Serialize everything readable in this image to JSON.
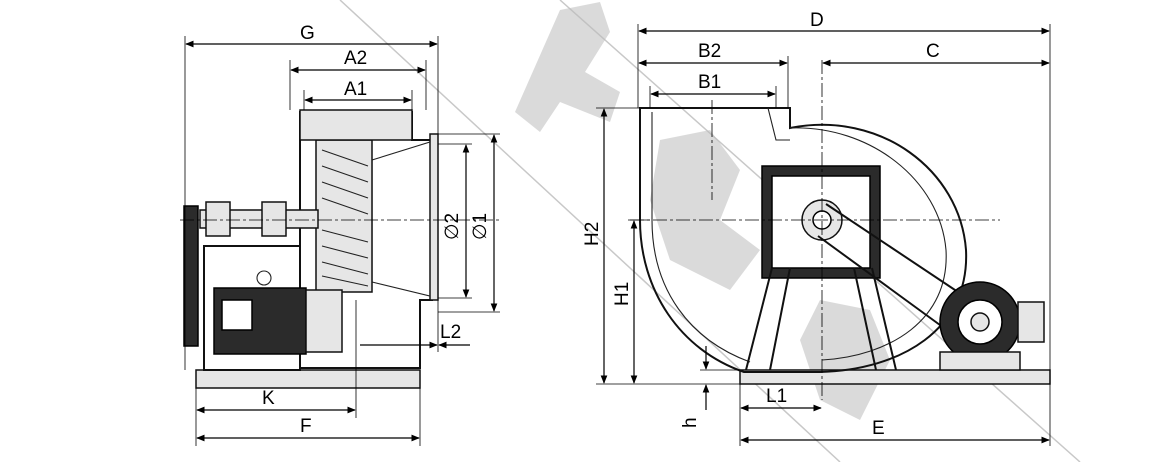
{
  "dimension_labels": {
    "G": "G",
    "A2": "A2",
    "A1": "A1",
    "phi2": "∅2",
    "phi1": "∅1",
    "L2": "L2",
    "K": "K",
    "F": "F",
    "D": "D",
    "B2": "B2",
    "B1": "B1",
    "C": "C",
    "H2": "H2",
    "H1": "H1",
    "h": "h",
    "L1": "L1",
    "E": "E"
  },
  "colors": {
    "line": "#000000",
    "motor": "#2b2b2b",
    "watermark": "#bcbcbc"
  }
}
